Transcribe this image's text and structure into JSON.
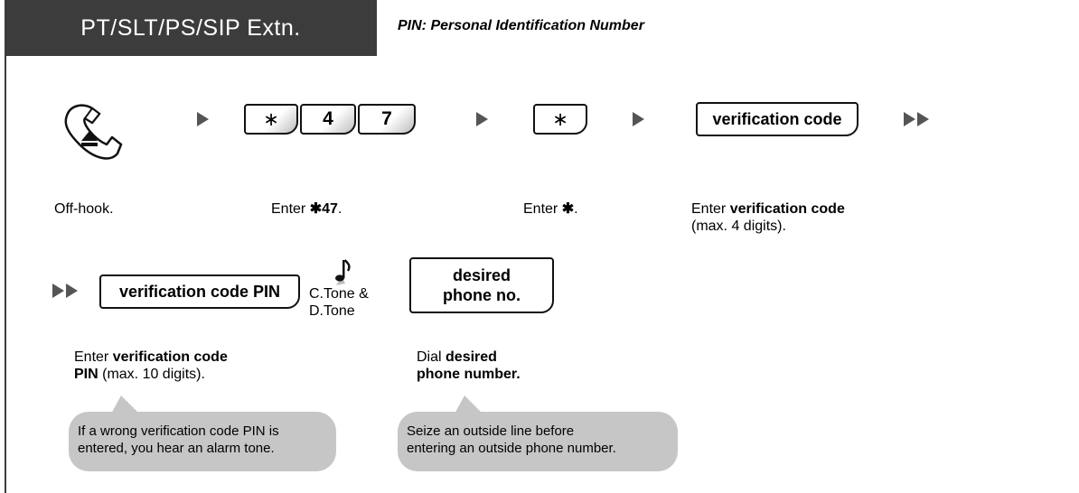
{
  "header": {
    "title": "PT/SLT/PS/SIP Extn.",
    "note": "PIN: Personal Identification Number"
  },
  "steps": {
    "offhook": {
      "caption": "Off-hook."
    },
    "feature": {
      "keys": [
        "∗",
        "4",
        "7"
      ],
      "caption_prefix": "Enter ",
      "caption_symbol": "✱",
      "caption_bold": "47",
      "caption_suffix": "."
    },
    "star": {
      "key": "∗",
      "caption_prefix": "Enter ",
      "caption_symbol": "✱",
      "caption_suffix": "."
    },
    "verification_code": {
      "box": "verification code",
      "caption_prefix": "Enter ",
      "caption_bold": "verification code",
      "caption_suffix": "(max. 4 digits)."
    },
    "verification_pin": {
      "box": "verification code PIN",
      "caption_line1_prefix": "Enter ",
      "caption_line1_bold": "verification code",
      "caption_line2_bold": "PIN",
      "caption_line2_suffix": " (max. 10 digits)."
    },
    "tone": {
      "line1": "C.Tone &",
      "line2": "D.Tone"
    },
    "desired": {
      "box_line1": "desired",
      "box_line2": "phone no.",
      "caption_line1_prefix": "Dial ",
      "caption_line1_bold": "desired",
      "caption_line2_bold": "phone number."
    }
  },
  "bubbles": {
    "pin_wrong": {
      "line1": "If a wrong verification code PIN is",
      "line2": "entered, you hear an alarm tone."
    },
    "outside_line": {
      "line1": "Seize an outside line before",
      "line2": "entering an outside phone number."
    }
  },
  "colors": {
    "header_bg": "#3c3c3c",
    "arrow": "#555555",
    "bubble_bg": "#c6c6c6"
  }
}
